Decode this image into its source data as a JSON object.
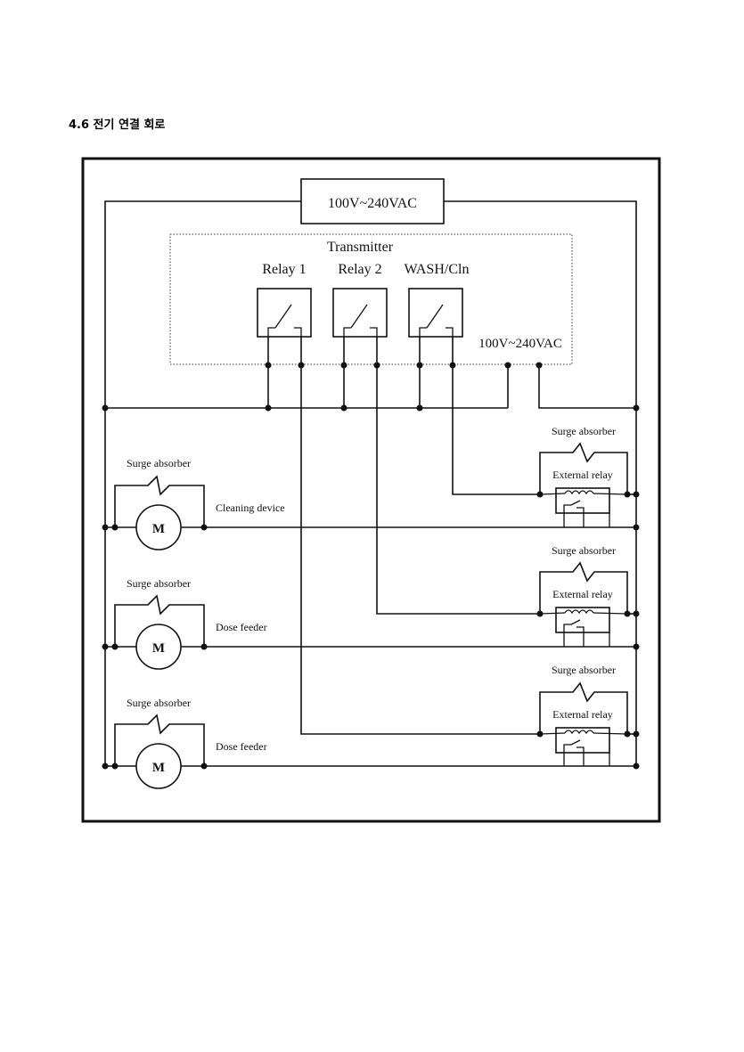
{
  "document": {
    "heading": "4.6 전기 연결 회로"
  },
  "diagram": {
    "power_supply_label": "100V~240VAC",
    "transmitter": {
      "title": "Transmitter",
      "relay_labels": [
        "Relay 1",
        "Relay 2",
        "WASH/Cln"
      ],
      "power_label": "100V~240VAC"
    },
    "loads": [
      {
        "surge_label": "Surge absorber",
        "motor_label": "M",
        "device_label": "Cleaning device"
      },
      {
        "surge_label": "Surge absorber",
        "motor_label": "M",
        "device_label": "Dose feeder"
      },
      {
        "surge_label": "Surge absorber",
        "motor_label": "M",
        "device_label": "Dose feeder"
      }
    ],
    "external_relays": [
      {
        "surge_label": "Surge absorber",
        "relay_label": "External relay"
      },
      {
        "surge_label": "Surge absorber",
        "relay_label": "External relay"
      },
      {
        "surge_label": "Surge absorber",
        "relay_label": "External relay"
      }
    ]
  }
}
